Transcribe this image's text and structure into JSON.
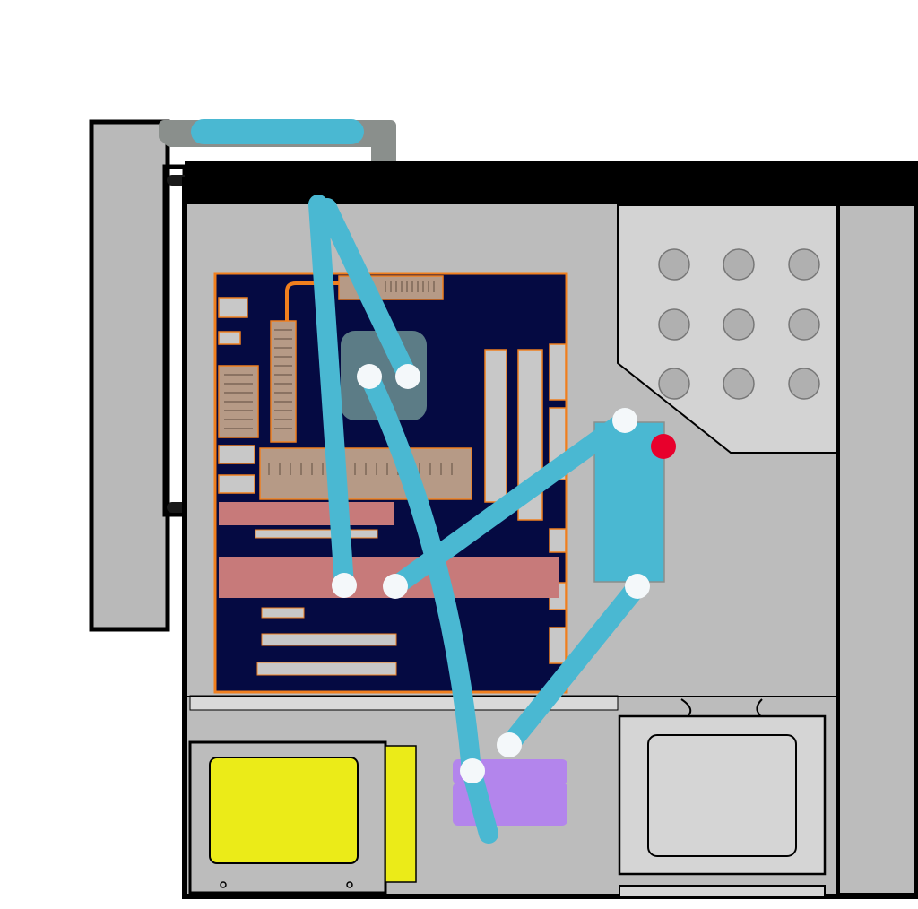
{
  "colors": {
    "background": "#ffffff",
    "case_frame": "#000000",
    "case_interior": "#bcbcbc",
    "side_panel": "#b9b9b9",
    "radiator_bracket": "#8a8f8c",
    "drive_cage": "#d3d3d3",
    "fan_hole": "#b0b0b0",
    "motherboard": "#050a42",
    "motherboard_trace": "#f07f1e",
    "board_slot": "#c8c8c8",
    "memory_slot": "#b69a86",
    "pcie_card": "#c77a7a",
    "cpu_block": "#5c7c86",
    "coolant_tube": "#4ab8d2",
    "reservoir": "#4ab8d2",
    "fitting": "#f4f8fa",
    "fill_port": "#e8002c",
    "pump": "#b385ec",
    "optical_drive": "#ebeb18",
    "psu": "#d5d5d5"
  },
  "components": [
    {
      "name": "side-panel-door",
      "label": ""
    },
    {
      "name": "radiator",
      "label": ""
    },
    {
      "name": "drive-cage",
      "label": ""
    },
    {
      "name": "motherboard",
      "label": ""
    },
    {
      "name": "cpu-water-block",
      "label": ""
    },
    {
      "name": "reservoir",
      "label": ""
    },
    {
      "name": "pump",
      "label": ""
    },
    {
      "name": "optical-drive",
      "label": ""
    },
    {
      "name": "power-supply",
      "label": ""
    }
  ],
  "coolant_loop": [
    {
      "from": "radiator",
      "to": "pcie-card"
    },
    {
      "from": "radiator",
      "to": "cpu-water-block"
    },
    {
      "from": "cpu-water-block",
      "to": "pump"
    },
    {
      "from": "pcie-card",
      "to": "reservoir"
    },
    {
      "from": "reservoir",
      "to": "pump"
    }
  ]
}
